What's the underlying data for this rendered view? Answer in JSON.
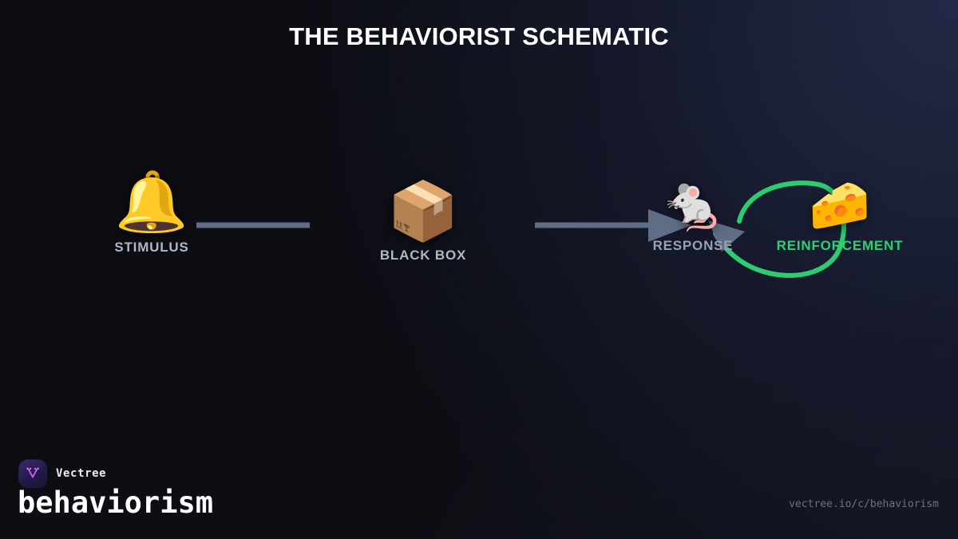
{
  "page": {
    "title": "THE BEHAVIORIST SCHEMATIC",
    "background_color": "#0d0e13"
  },
  "diagram": {
    "nodes": [
      {
        "id": "stimulus",
        "icon": "bell-emoji",
        "glyph": "🔔",
        "label": "STIMULUS",
        "label_color": "#aeb8c9"
      },
      {
        "id": "black-box",
        "icon": "package-emoji",
        "glyph": "📦",
        "label": "BLACK BOX",
        "label_color": "#aeb8c9"
      },
      {
        "id": "response",
        "icon": "mouse-emoji",
        "glyph": "🐁",
        "label": "RESPONSE",
        "label_color": "#97a2b5"
      },
      {
        "id": "reinforcement",
        "icon": "cheese-emoji",
        "glyph": "🧀",
        "label": "REINFORCEMENT",
        "label_color": "#2fcf72"
      }
    ],
    "links": [
      {
        "id": "stimulus-to-blackbox",
        "from": "stimulus",
        "to": "black-box",
        "style": "straight",
        "arrow": false,
        "color": "#5f6d86"
      },
      {
        "id": "blackbox-to-response",
        "from": "black-box",
        "to": "response",
        "style": "straight",
        "arrow": true,
        "color": "#5f6d86"
      },
      {
        "id": "response-to-reinforcement",
        "from": "response",
        "to": "reinforcement",
        "style": "loop",
        "arrow": false,
        "color": "#2ecc71"
      },
      {
        "id": "reinforcement-to-response",
        "from": "reinforcement",
        "to": "response",
        "style": "loop-return",
        "arrow": true,
        "color": "#5f6d86"
      }
    ],
    "colors": {
      "link": "#5f6d86",
      "reinforcement": "#2ecc71",
      "label": "#aeb8c9"
    }
  },
  "footer": {
    "brand_name": "Vectree",
    "slug": "behaviorism",
    "url": "vectree.io/c/behaviorism",
    "logo_icon": "vectree-logo-icon"
  }
}
